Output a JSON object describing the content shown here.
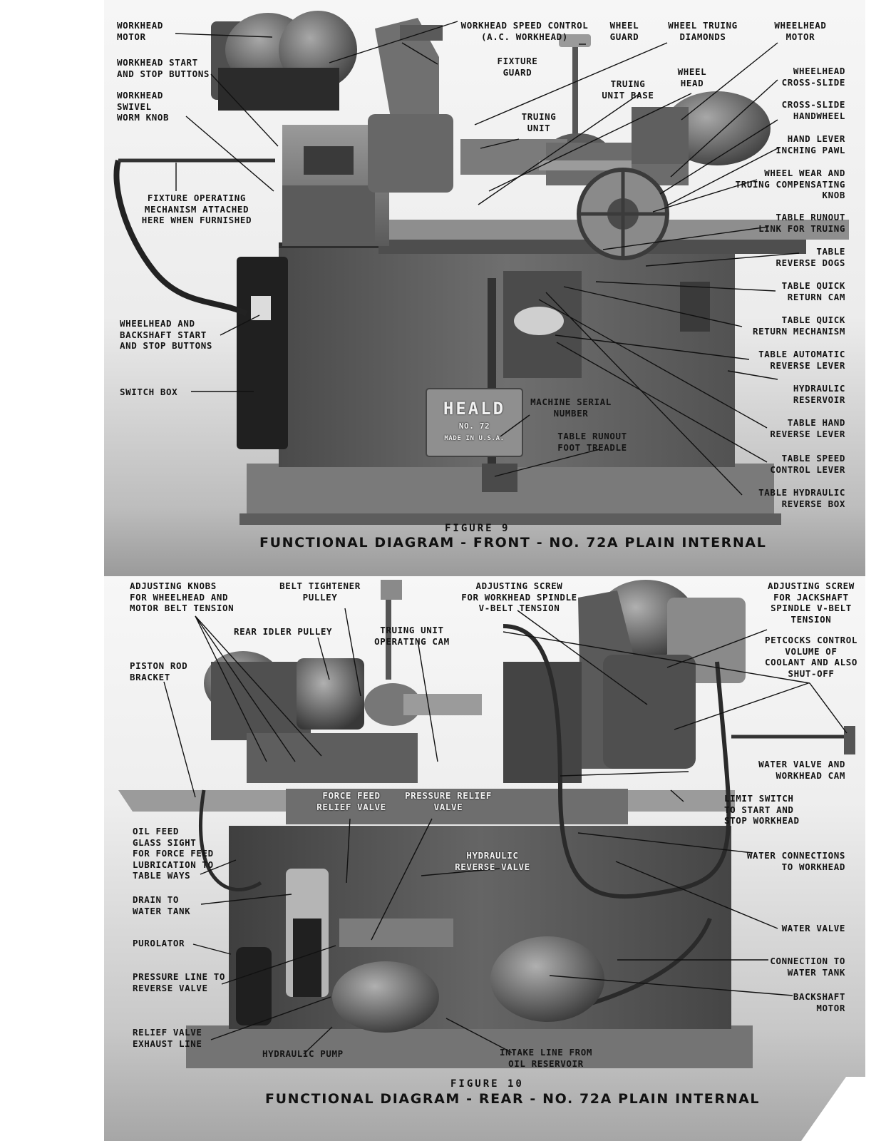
{
  "figure9": {
    "number": "FIGURE 9",
    "title": "FUNCTIONAL DIAGRAM - FRONT - NO. 72A PLAIN INTERNAL",
    "plate": {
      "brand": "HEALD",
      "line2": "NO. 72",
      "line3": "MADE IN U.S.A."
    },
    "labels": {
      "workhead_motor": "WORKHEAD\nMOTOR",
      "workhead_start_stop": "WORKHEAD START\nAND STOP BUTTONS",
      "workhead_swivel": "WORKHEAD\nSWIVEL\nWORM KNOB",
      "fixture_operating": "FIXTURE OPERATING\nMECHANISM ATTACHED\nHERE WHEN FURNISHED",
      "wheelhead_backshaft_buttons": "WHEELHEAD AND\nBACKSHAFT START\nAND STOP BUTTONS",
      "switch_box": "SWITCH BOX",
      "workhead_speed_control": "WORKHEAD SPEED CONTROL\n(A.C. WORKHEAD)",
      "fixture_guard": "FIXTURE\nGUARD",
      "wheel_guard": "WHEEL\nGUARD",
      "wheel_truing_diamonds": "WHEEL TRUING\nDIAMONDS",
      "wheelhead_motor": "WHEELHEAD\nMOTOR",
      "truing_unit_base": "TRUING\nUNIT BASE",
      "wheel_head": "WHEEL\nHEAD",
      "truing_unit": "TRUING\nUNIT",
      "wheelhead_cross_slide": "WHEELHEAD\nCROSS-SLIDE",
      "cross_slide_handwheel": "CROSS-SLIDE\nHANDWHEEL",
      "hand_lever_inching_pawl": "HAND LEVER\nINCHING PAWL",
      "wheel_wear_knob": "WHEEL WEAR AND\nTRUING COMPENSATING\nKNOB",
      "table_runout_link": "TABLE RUNOUT\nLINK FOR TRUING",
      "table_reverse_dogs": "TABLE\nREVERSE DOGS",
      "table_quick_return_cam": "TABLE QUICK\nRETURN CAM",
      "table_quick_return_mechanism": "TABLE QUICK\nRETURN MECHANISM",
      "table_automatic_reverse_lever": "TABLE AUTOMATIC\nREVERSE LEVER",
      "hydraulic_reservoir": "HYDRAULIC\nRESERVOIR",
      "table_hand_reverse_lever": "TABLE HAND\nREVERSE LEVER",
      "table_speed_control_lever": "TABLE SPEED\nCONTROL LEVER",
      "table_hydraulic_reverse_box": "TABLE HYDRAULIC\nREVERSE BOX",
      "machine_serial_number": "MACHINE SERIAL\nNUMBER",
      "table_runout_foot_treadle": "TABLE RUNOUT\nFOOT TREADLE"
    }
  },
  "figure10": {
    "number": "FIGURE 10",
    "title": "FUNCTIONAL DIAGRAM - REAR - NO. 72A PLAIN INTERNAL",
    "labels": {
      "adjusting_knobs": "ADJUSTING KNOBS\nFOR WHEELHEAD AND\nMOTOR BELT TENSION",
      "belt_tightener_pulley": "BELT TIGHTENER\nPULLEY",
      "rear_idler_pulley": "REAR IDLER PULLEY",
      "truing_unit_operating_cam": "TRUING UNIT\nOPERATING CAM",
      "adjusting_screw_workhead": "ADJUSTING SCREW\nFOR WORKHEAD SPINDLE\nV-BELT TENSION",
      "adjusting_screw_jackshaft": "ADJUSTING SCREW\nFOR JACKSHAFT\nSPINDLE V-BELT\nTENSION",
      "petcocks": "PETCOCKS CONTROL\nVOLUME OF\nCOOLANT AND ALSO\nSHUT-OFF",
      "piston_rod_bracket": "PISTON ROD\nBRACKET",
      "water_valve_workhead_cam": "WATER VALVE AND\nWORKHEAD CAM",
      "limit_switch": "LIMIT SWITCH\nTO START AND\nSTOP WORKHEAD",
      "force_feed_relief_valve": "FORCE FEED\nRELIEF VALVE",
      "pressure_relief_valve": "PRESSURE RELIEF\nVALVE",
      "oil_feed_glass_sight": "OIL FEED\nGLASS SIGHT\nFOR FORCE FEED\nLUBRICATION TO\nTABLE WAYS",
      "hydraulic_reverse_valve": "HYDRAULIC\nREVERSE VALVE",
      "water_connections": "WATER CONNECTIONS\nTO WORKHEAD",
      "drain_to_water_tank": "DRAIN TO\nWATER TANK",
      "water_valve": "WATER VALVE",
      "purolator": "PUROLATOR",
      "connection_to_water_tank": "CONNECTION TO\nWATER TANK",
      "pressure_line": "PRESSURE LINE TO\nREVERSE VALVE",
      "backshaft_motor": "BACKSHAFT\nMOTOR",
      "relief_valve_exhaust": "RELIEF VALVE\nEXHAUST LINE",
      "hydraulic_pump": "HYDRAULIC PUMP",
      "intake_line": "INTAKE LINE FROM\nOIL RESERVOIR"
    }
  },
  "colors": {
    "machine_dark": "#3a3a3a",
    "machine_mid": "#6d6d6d",
    "machine_light": "#8c8c8c",
    "label_ink": "#141414"
  }
}
